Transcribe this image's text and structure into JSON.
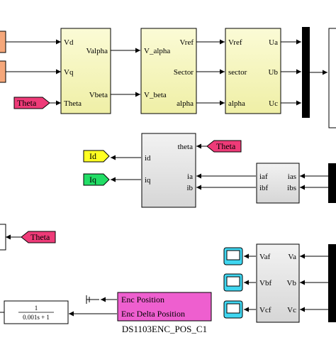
{
  "blocks": {
    "park": {
      "in1": "Vd",
      "in2": "Vq",
      "in3": "Theta",
      "out1": "Valpha",
      "out2": "Vbeta"
    },
    "svpwm_sector": {
      "in1": "V_alpha",
      "in2": "V_beta",
      "out1": "Vref",
      "out2": "Sector",
      "out3": "alpha"
    },
    "svpwm_gen": {
      "in1": "Vref",
      "in2": "sector",
      "in3": "alpha",
      "out1": "Ua",
      "out2": "Ub",
      "out3": "Uc"
    },
    "current_transform": {
      "in1": "theta",
      "in2": "ia",
      "in3": "ib",
      "out1": "id",
      "out2": "iq"
    },
    "current_filter": {
      "in1": "iaf",
      "in2": "ibf",
      "out1": "ias",
      "out2": "ibs"
    },
    "voltage_filter": {
      "in1": "Vaf",
      "in2": "Vbf",
      "in3": "Vcf",
      "out1": "Va",
      "out2": "Vb",
      "out3": "Vc"
    },
    "encoder": {
      "line1": "Enc Position",
      "line2": "Enc Delta Position",
      "name": "DS1103ENC_POS_C1"
    },
    "transfer_fn": {
      "numerator": "1",
      "denominator": "0.001s + 1"
    }
  },
  "tags": {
    "goto_theta_1": "Theta",
    "from_theta_1": "Theta",
    "from_theta_2": "Theta",
    "goto_id": "Id",
    "goto_iq": "Iq"
  },
  "colors": {
    "yellow_block": "#f5f5b8",
    "gray_block": "#e4e4e4",
    "theta_tag": "#ee3b78",
    "id_tag": "#ffff22",
    "iq_tag": "#22dd66",
    "encoder_block": "#ee5fcf",
    "scope": "#3fd6f0",
    "input_block": "#f5a77a",
    "mux": "#000000"
  }
}
